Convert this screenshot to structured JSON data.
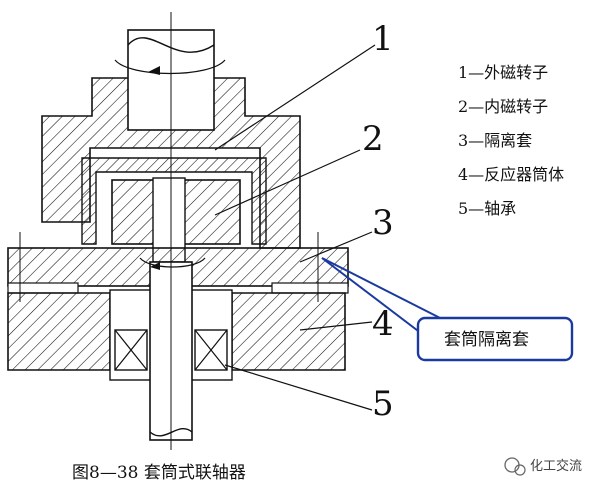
{
  "legend": [
    {
      "num": "1",
      "text": "1—外磁转子"
    },
    {
      "num": "2",
      "text": "2—内磁转子"
    },
    {
      "num": "3",
      "text": "3—隔离套"
    },
    {
      "num": "4",
      "text": "4—反应器筒体"
    },
    {
      "num": "5",
      "text": "5—轴承"
    }
  ],
  "part_numbers": [
    "1",
    "2",
    "3",
    "4",
    "5"
  ],
  "callout": "套筒隔离套",
  "caption": "图8—38  套筒式联轴器",
  "watermark": "化工交流",
  "colors": {
    "callout_border": "#1a3aa0",
    "line": "#111111"
  }
}
